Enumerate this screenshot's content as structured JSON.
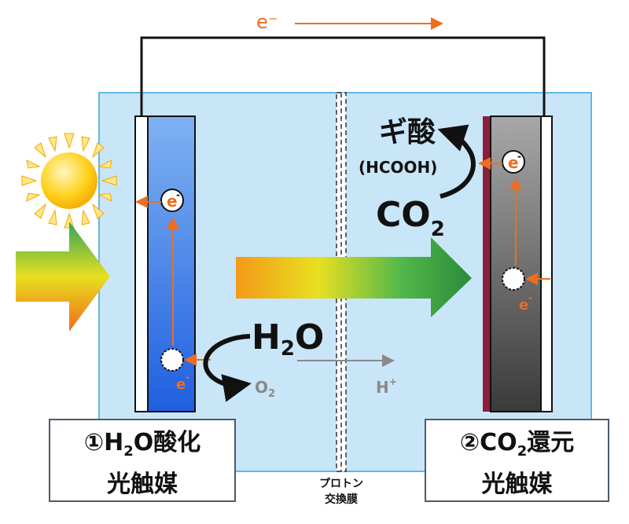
{
  "wire": {
    "electron_label": "e⁻"
  },
  "membrane": {
    "line1": "プロトン",
    "line2": "交換膜"
  },
  "left_electrode": {
    "label_line1_prefix": "①H",
    "label_line1_sub": "2",
    "label_line1_suffix": "O酸化",
    "label_line2": "光触媒",
    "electron_top": "e",
    "electron_top_sup": "-",
    "electron_bottom": "e",
    "electron_bottom_sup": "-"
  },
  "right_electrode": {
    "label_line1_prefix": "②CO",
    "label_line1_sub": "2",
    "label_line1_suffix": "還元",
    "label_line2": "光触媒",
    "electron_top": "e",
    "electron_top_sup": "-",
    "electron_hole": "e",
    "electron_hole_sup": "-"
  },
  "molecules": {
    "formic_acid": "ギ酸",
    "formic_formula": "(HCOOH)",
    "co2_main": "CO",
    "co2_sub": "2",
    "h2o_h": "H",
    "h2o_sub": "2",
    "h2o_o": "O",
    "o2_main": "O",
    "o2_sub": "2",
    "proton_main": "H",
    "proton_sup": "+"
  },
  "colors": {
    "tank_fill": "#c9e6f8",
    "tank_border": "#5fb8e8",
    "electron_orange": "#ef6d1e",
    "left_photocatalyst": "#2f6fe0",
    "right_photocatalyst": "#555555",
    "right_edge": "#8a1f3c",
    "gray_arrow": "#8a8a8a"
  },
  "icons": {
    "sun": "sun-icon",
    "light_arrow": "rainbow-arrow-icon"
  }
}
